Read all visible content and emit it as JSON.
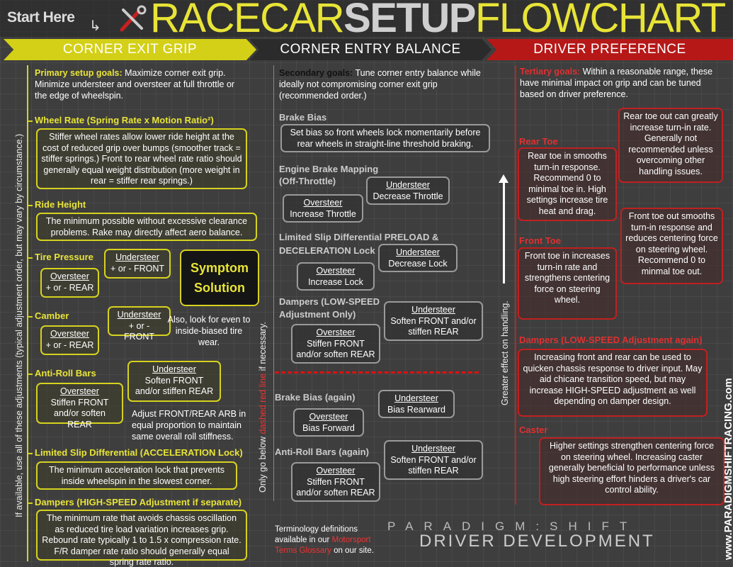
{
  "header": {
    "start": "Start Here",
    "title_a": "RACECAR",
    "title_b": "SETUP",
    "title_c": "FLOWCHART"
  },
  "columns": {
    "c1": "CORNER EXIT GRIP",
    "c2": "CORNER ENTRY BALANCE",
    "c3": "DRIVER PREFERENCE"
  },
  "left_vertical": "If available, use all of these adjustments (typical adjustment order, but may vary by circumstance.)",
  "mid_vertical": {
    "a": "Only go below ",
    "red": "dashed red line",
    "b": " if necessary."
  },
  "right_vertical": "Greater effect on handling.",
  "col1": {
    "goals_label": "Primary setup goals:",
    "goals_text": " Maximize corner exit grip.  Minimize understeer and oversteer at full throttle or the edge of wheelspin.",
    "wheel_rate_label": "Wheel Rate (Spring Rate x Motion Ratio²)",
    "wheel_rate_box": "Stiffer wheel rates allow lower ride height at the cost of reduced grip over bumps (smoother track = stiffer springs.) Front to rear wheel rate ratio should generally equal weight distribution (more weight in rear = stiffer rear springs.)",
    "ride_height_label": "Ride Height",
    "ride_height_box": "The minimum possible without excessive clearance problems.  Rake may directly affect aero balance.",
    "tire_pressure_label": "Tire Pressure",
    "tp_under_title": "Understeer",
    "tp_under_text": "+ or -  FRONT",
    "tp_over_title": "Oversteer",
    "tp_over_text": "+ or -  REAR",
    "symptom": "Symptom",
    "solution": "Solution",
    "camber_label": "Camber",
    "cam_under_title": "Understeer",
    "cam_under_text": "+ or -  FRONT",
    "cam_over_title": "Oversteer",
    "cam_over_text": "+ or -  REAR",
    "camber_note": "Also, look for even to inside-biased tire wear.",
    "arb_label": "Anti-Roll Bars",
    "arb_under_title": "Understeer",
    "arb_under_text": "Soften FRONT and/or stiffen REAR",
    "arb_over_title": "Oversteer",
    "arb_over_text": "Stiffen FRONT and/or soften REAR",
    "arb_note": "Adjust FRONT/REAR ARB in equal proportion to maintain same overall roll stiffness.",
    "lsd_label": "Limited Slip Differential (ACCELERATION Lock)",
    "lsd_box": "The minimum acceleration lock that prevents inside wheelspin in the slowest corner.",
    "dampers_label": "Dampers (HIGH-SPEED Adjustment if separate)",
    "dampers_box": "The minimum rate that avoids chassis oscillation as reduced tire load variation increases grip. Rebound rate typically 1 to 1.5 x compression rate.  F/R damper rate ratio should generally equal spring rate ratio."
  },
  "col2": {
    "goals_label": "Secondary goals:",
    "goals_text": " Tune corner entry balance while ideally not compromising corner exit grip (recommended order.)",
    "brake_bias_label": "Brake Bias",
    "brake_bias_box": "Set bias so front wheels lock momentarily before rear wheels in straight-line threshold braking.",
    "ebm_label_1": "Engine Brake Mapping",
    "ebm_label_2": "(Off-Throttle)",
    "ebm_under_title": "Understeer",
    "ebm_under_text": "Decrease Throttle",
    "ebm_over_title": "Oversteer",
    "ebm_over_text": "Increase Throttle",
    "lsdp_label_1": "Limited Slip Differential PRELOAD &",
    "lsdp_label_2": "DECELERATION Lock",
    "lsdp_under_title": "Understeer",
    "lsdp_under_text": "Decrease Lock",
    "lsdp_over_title": "Oversteer",
    "lsdp_over_text": "Increase Lock",
    "damp_label_1": "Dampers (LOW-SPEED",
    "damp_label_2": "Adjustment Only)",
    "damp_under_title": "Understeer",
    "damp_under_text": "Soften FRONT and/or stiffen REAR",
    "damp_over_title": "Oversteer",
    "damp_over_text": "Stiffen FRONT and/or soften REAR",
    "bb2_label": "Brake Bias (again)",
    "bb2_under_title": "Understeer",
    "bb2_under_text": "Bias Rearward",
    "bb2_over_title": "Oversteer",
    "bb2_over_text": "Bias Forward",
    "arb2_label": "Anti-Roll Bars (again)",
    "arb2_under_title": "Understeer",
    "arb2_under_text": "Soften FRONT and/or stiffen REAR",
    "arb2_over_title": "Oversteer",
    "arb2_over_text": "Stiffen FRONT and/or soften REAR"
  },
  "col3": {
    "goals_label": "Tertiary goals:",
    "goals_text": " Within a reasonable range, these have minimal impact on grip and can be tuned based on driver preference.",
    "rear_toe_label": "Rear Toe",
    "rear_toe_out_box": "Rear toe out can greatly increase turn-in rate. Generally not recommended unless overcoming other handling issues.",
    "rear_toe_in_box": "Rear toe in smooths turn-in response. Recommend 0 to minimal toe in.  High settings increase tire heat and drag.",
    "front_toe_label": "Front Toe",
    "front_toe_out_box": "Front toe out smooths turn-in response and reduces centering force on steering wheel. Recommend 0 to minmal toe out.",
    "front_toe_in_box": "Front toe in increases turn-in rate and strengthens centering force on steering wheel.",
    "dampers_label": "Dampers (LOW-SPEED Adjustment again)",
    "dampers_box": "Increasing front and rear can be used to quicken chassis response to driver input. May aid chicane transition speed, but may increase HIGH-SPEED adjustment as well depending on damper design.",
    "caster_label": "Caster",
    "caster_box": "Higher settings strengthen centering force on steering wheel.  Increasing caster generally beneficial to performance unless high steering effort hinders a driver's car control ability."
  },
  "footer": {
    "a": "Terminology definitions available in our ",
    "red": "Motorsport Terms Glossary",
    "b": " on our site."
  },
  "brand": {
    "line1": "PARADIGM:SHIFT",
    "line2": "DRIVER DEVELOPMENT",
    "url": "www.PARADIGMSHIFTRACING.com"
  }
}
